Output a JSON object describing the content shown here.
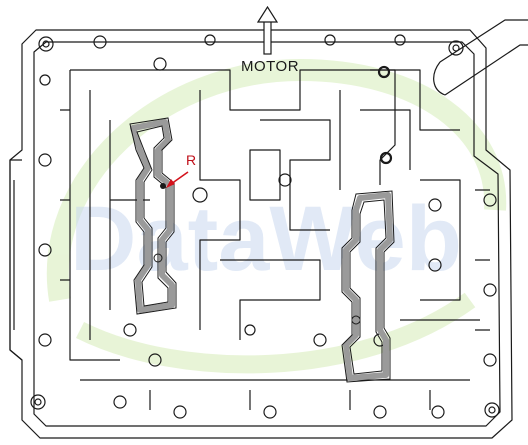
{
  "labels": {
    "motor": "MOTOR",
    "r": "R"
  },
  "colors": {
    "outline": "#1a1a1a",
    "shaded_passage": "#9a9a9a",
    "watermark_blue": "#c9d8ef",
    "watermark_green": "#d6ecb8",
    "marker_red": "#d4121c"
  },
  "watermark": {
    "text": "DataWeb"
  },
  "icons": {
    "motor_arrow": "up-arrow-icon"
  }
}
